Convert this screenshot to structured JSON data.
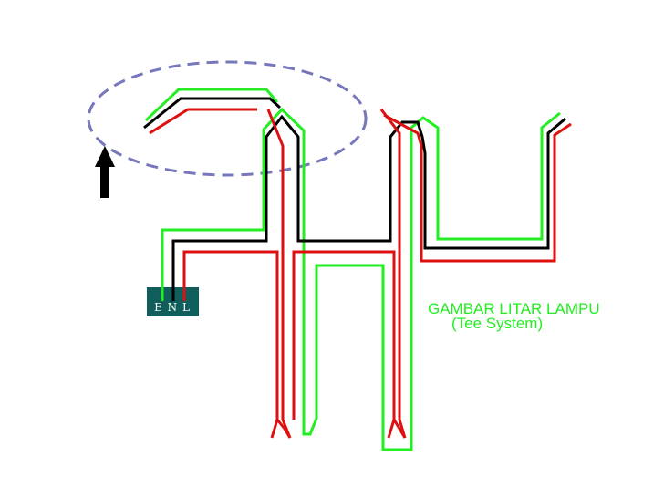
{
  "title": "GAMBAR LITAR LAMPU",
  "subtitle": "(Tee System)",
  "terminal": {
    "label": "E N L"
  },
  "colors": {
    "earth": "#22ee22",
    "neutral": "#000000",
    "live": "#dd1111",
    "highlight": "#7777bb",
    "arrow": "#000000",
    "terminal_bg": "#105e5c",
    "terminal_text": "#ffffff",
    "title_text": "#22ee22"
  }
}
